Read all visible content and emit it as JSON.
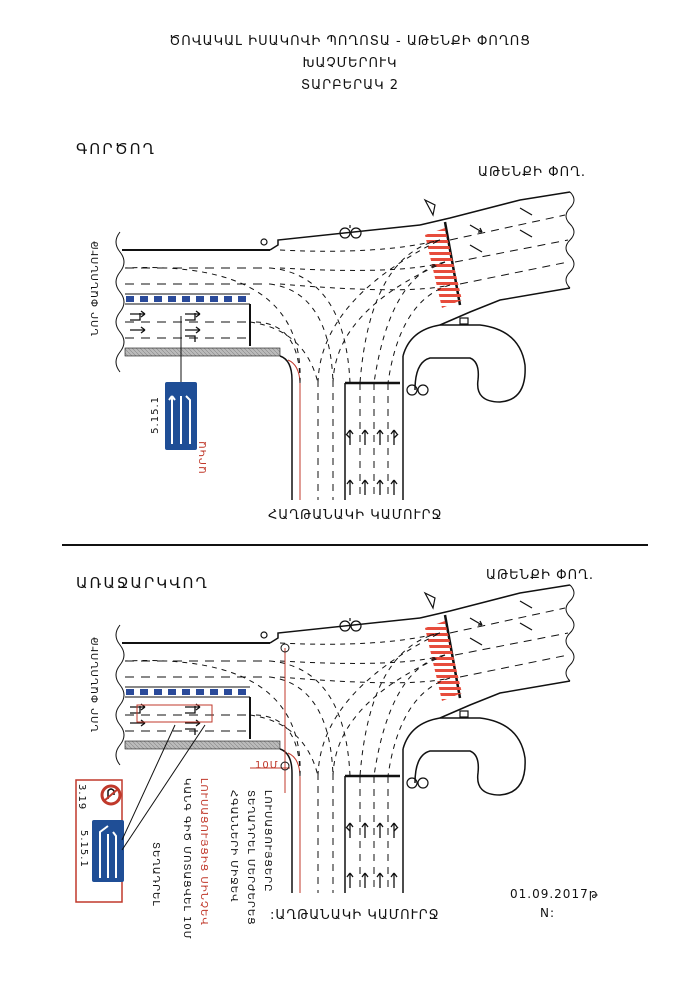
{
  "header": {
    "line1": "ԾՈՎԱԿԱԼ ԻՍԱԿՈՎԻ ՊՈՂՈՏԱ - ԱԹԵՆՔԻ ՓՈՂՈՑ",
    "line2": "ԽԱՉՄԵՐՈՒԿ",
    "line3": "ՏԱՐԲԵՐԱԿ 2"
  },
  "top": {
    "section_title": "ԳՈՐԾՈՂ",
    "athens_label": "ԱԹԵՆՔԻ ՓՈՂ.",
    "left_road_label": "ՆՈՐ ՓԱՆՈՆՈՒԹ",
    "bridge_label": "ՀԱՂԹԱՆԱԿԻ ԿԱՄՈՒՐՋ",
    "sign_code": "5.15.1",
    "sign_caption": "ԱՐԿԱ"
  },
  "bottom": {
    "section_title": "ԱՌԱՋԱՐԿՎՈՂ",
    "athens_label": "ԱԹԵՆՔԻ ՓՈՂ.",
    "left_road_label": "ՆՈՐ ՓԱՆՈՆՈՒԹ",
    "bridge_label": ":ԱՂԹԱՆԱԿԻ ԿԱՄՈՒՐՋ",
    "sign_code_a": "3.19",
    "sign_code_b": "5.15.1",
    "sign_caption": "ՏԵՂԱԴՐԵԼ",
    "distance_label": "10Մ",
    "note_col1": "ԼՈՒՍԱՑՈՒՅՑԵՐԸ",
    "note_col2": "ՏԵՂԱԴՐԵԼ ՄԵՐԺԵՐԵՑ",
    "note_col3": "ՀԳԱՆՆԵՐԻ ՄԻՋԵՎ",
    "note_col4": "ԼՈՒՍԱՑՈՒՅՑԻՑ ՍԻՆՉԵՎ",
    "note_col5": "ԿԱՆԳ ԳԻԾ ՄՈՏԱՑՎԵԼ 10Մ"
  },
  "footer": {
    "date": "01.09.2017թ",
    "number_label": "N:"
  }
}
